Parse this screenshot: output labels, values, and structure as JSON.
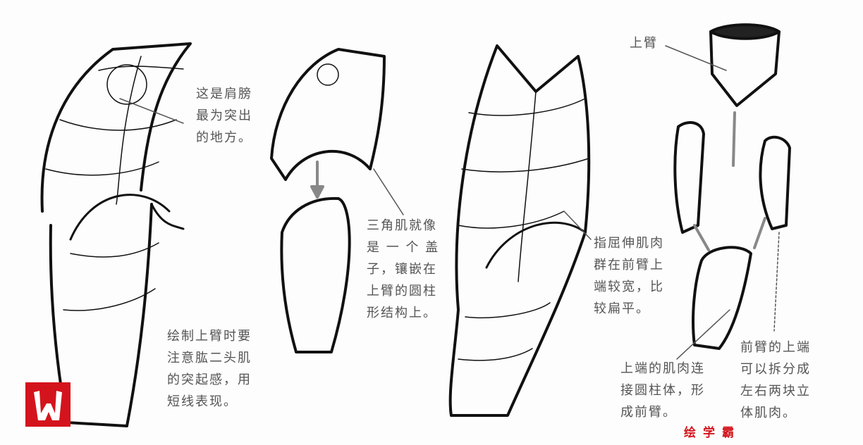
{
  "annotations": {
    "shoulder": [
      "这是肩膀",
      "最为突出",
      "的地方。"
    ],
    "deltoid": [
      "三角肌就像",
      "是 一 个 盖",
      "子，镶嵌在",
      "上臂的圆柱",
      "形结构上。"
    ],
    "flexor": [
      "指屈伸肌肉",
      "群在前臂上",
      "端较宽，比",
      "较扁平。"
    ],
    "upper_arm": "上臂",
    "biceps": [
      "绘制上臂时要",
      "注意肱二头肌",
      "的突起感，用",
      "短线表现。"
    ],
    "forearm_join": [
      "上端的肌肉连",
      "接圆柱体，形",
      "成前臂。"
    ],
    "forearm_split": [
      "前臂的上端",
      "可以拆分成",
      "左右两块立",
      "体肌肉。"
    ]
  },
  "watermark": "绘学霸",
  "logo": "W",
  "colors": {
    "ink": "#111111",
    "text": "#555555",
    "brand_red": "#d4141c",
    "arrow": "#888888"
  }
}
